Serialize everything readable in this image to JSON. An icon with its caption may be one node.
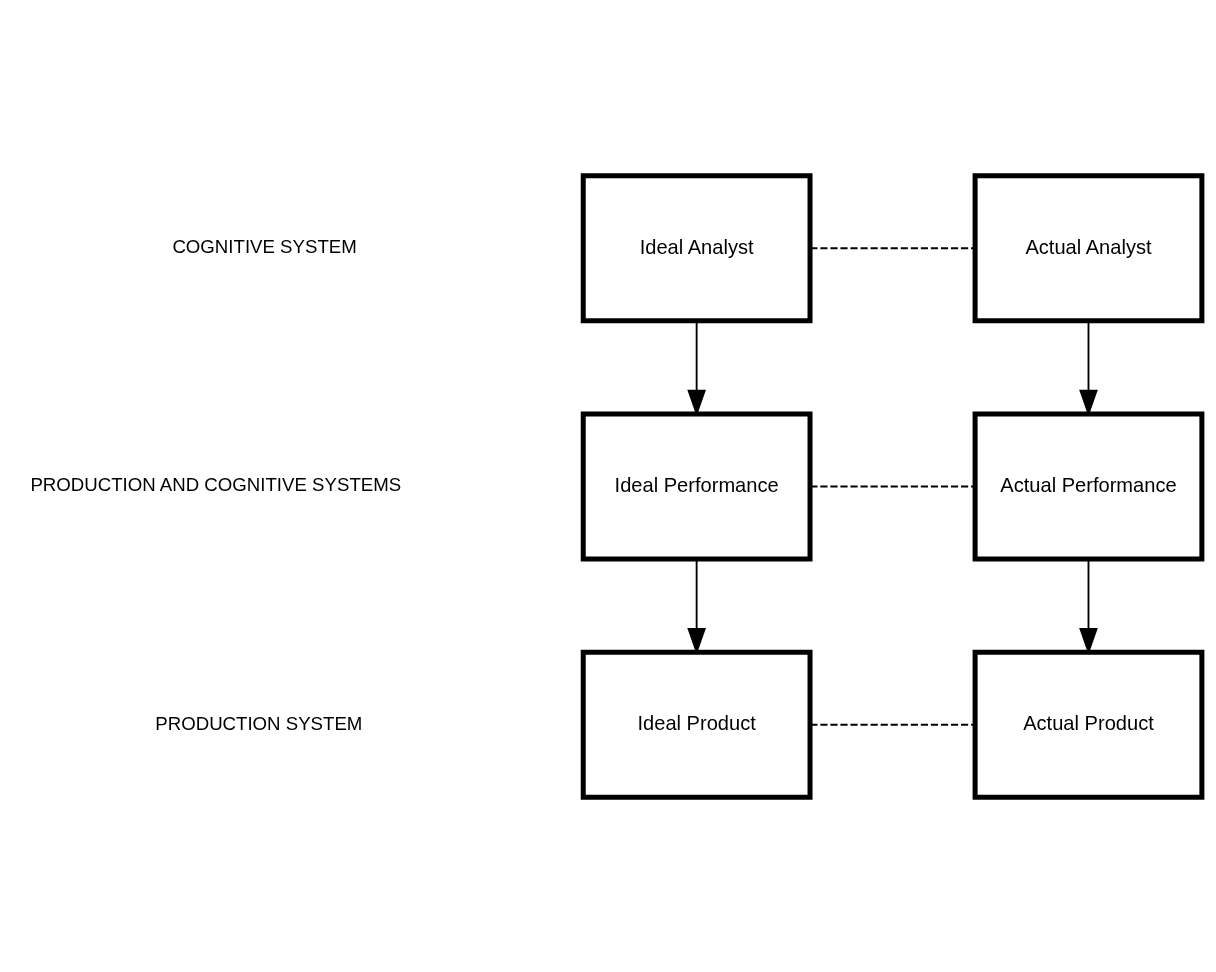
{
  "diagram": {
    "nodes": [
      {
        "text": [
          "Ideal Analyst"
        ]
      },
      {
        "text": [
          "Actual Analyst"
        ]
      },
      {
        "text": [
          "Ideal Performance"
        ]
      },
      {
        "text": [
          "Actual Performance"
        ]
      },
      {
        "text": [
          "Ideal Product"
        ]
      },
      {
        "text": [
          "Actual Product"
        ]
      }
    ],
    "edges": [
      {
        "from": 0,
        "to": 1,
        "arrow": "none",
        "style": "dashed"
      },
      {
        "from": 0,
        "to": 2,
        "arrow": "to"
      },
      {
        "from": 1,
        "to": 3,
        "arrow": "to"
      },
      {
        "from": 2,
        "to": 3,
        "arrow": "none",
        "style": "dashed"
      },
      {
        "from": 2,
        "to": 4,
        "arrow": "to"
      },
      {
        "from": 3,
        "to": 5,
        "arrow": "to"
      },
      {
        "from": 4,
        "to": 5,
        "arrow": "none",
        "style": "dashed"
      }
    ],
    "labels": [
      "COGNITIVE SYSTEM",
      "PRODUCTION AND COGNITIVE SYSTEMS",
      "PRODUCTION SYSTEM"
    ]
  }
}
